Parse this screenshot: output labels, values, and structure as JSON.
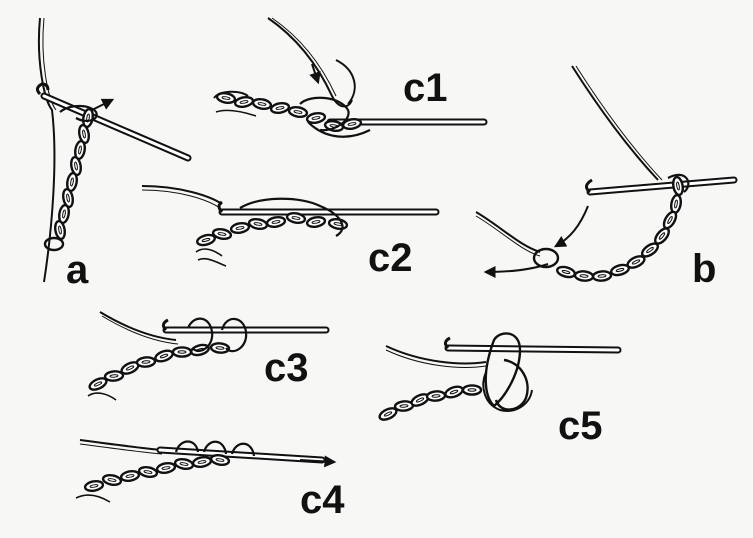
{
  "labels": {
    "a": "a",
    "b": "b",
    "c1": "c1",
    "c2": "c2",
    "c3": "c3",
    "c4": "c4",
    "c5": "c5"
  },
  "colors": {
    "ink": "#111111",
    "paper": "#f7f7f5"
  }
}
